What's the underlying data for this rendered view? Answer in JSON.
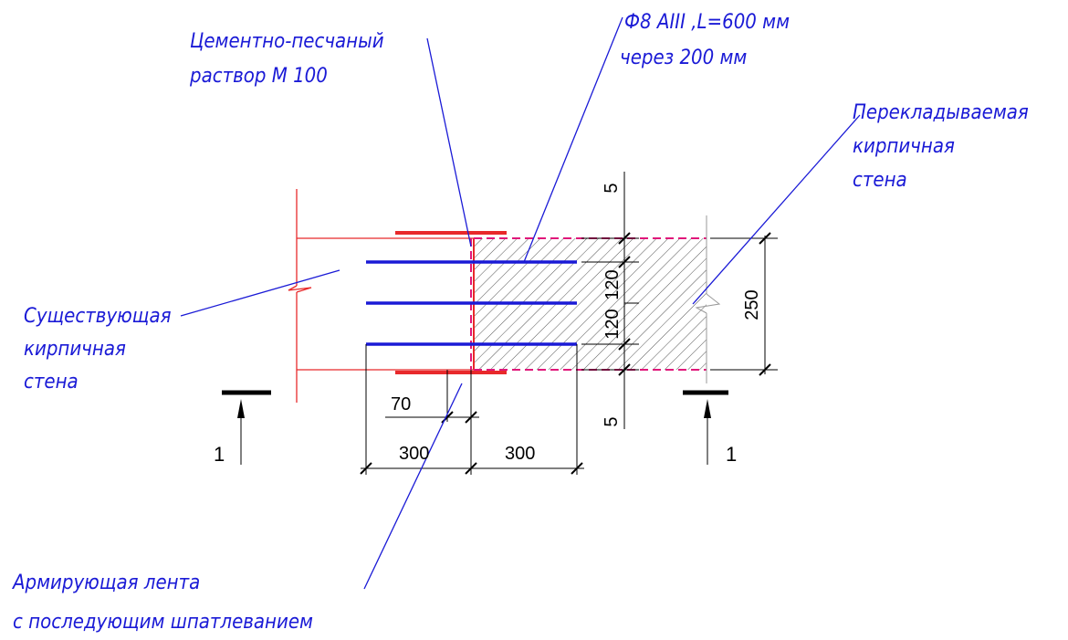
{
  "labels": {
    "mortar_line1": "Цементно-песчаный",
    "mortar_line2": "раствор М   100",
    "rebar_line1": "Ф8 AIII ,L=600    мм",
    "rebar_line2": "через 200  мм",
    "moved_line1": "Перекладываемая",
    "moved_line2": "кирпичная",
    "moved_line3": "стена",
    "existing_line1": "Существующая",
    "existing_line2": "кирпичная",
    "existing_line3": "стена",
    "tape_line1": "Армирующая лента",
    "tape_line2": "с последующим шпатлеванием"
  },
  "dimensions": {
    "d70": "70",
    "d300_left": "300",
    "d300_right": "300",
    "d120_top": "120",
    "d120_bottom": "120",
    "d250": "250",
    "d5_top": "5",
    "d5_bottom": "5"
  },
  "section": {
    "left": "1",
    "right": "1"
  },
  "colors": {
    "note_text": "#1a1ad6",
    "wall_outline": "#e8292b",
    "rebar": "#1a1ad6",
    "mortar_dashed": "#e0177a",
    "hatch": "#555555"
  }
}
